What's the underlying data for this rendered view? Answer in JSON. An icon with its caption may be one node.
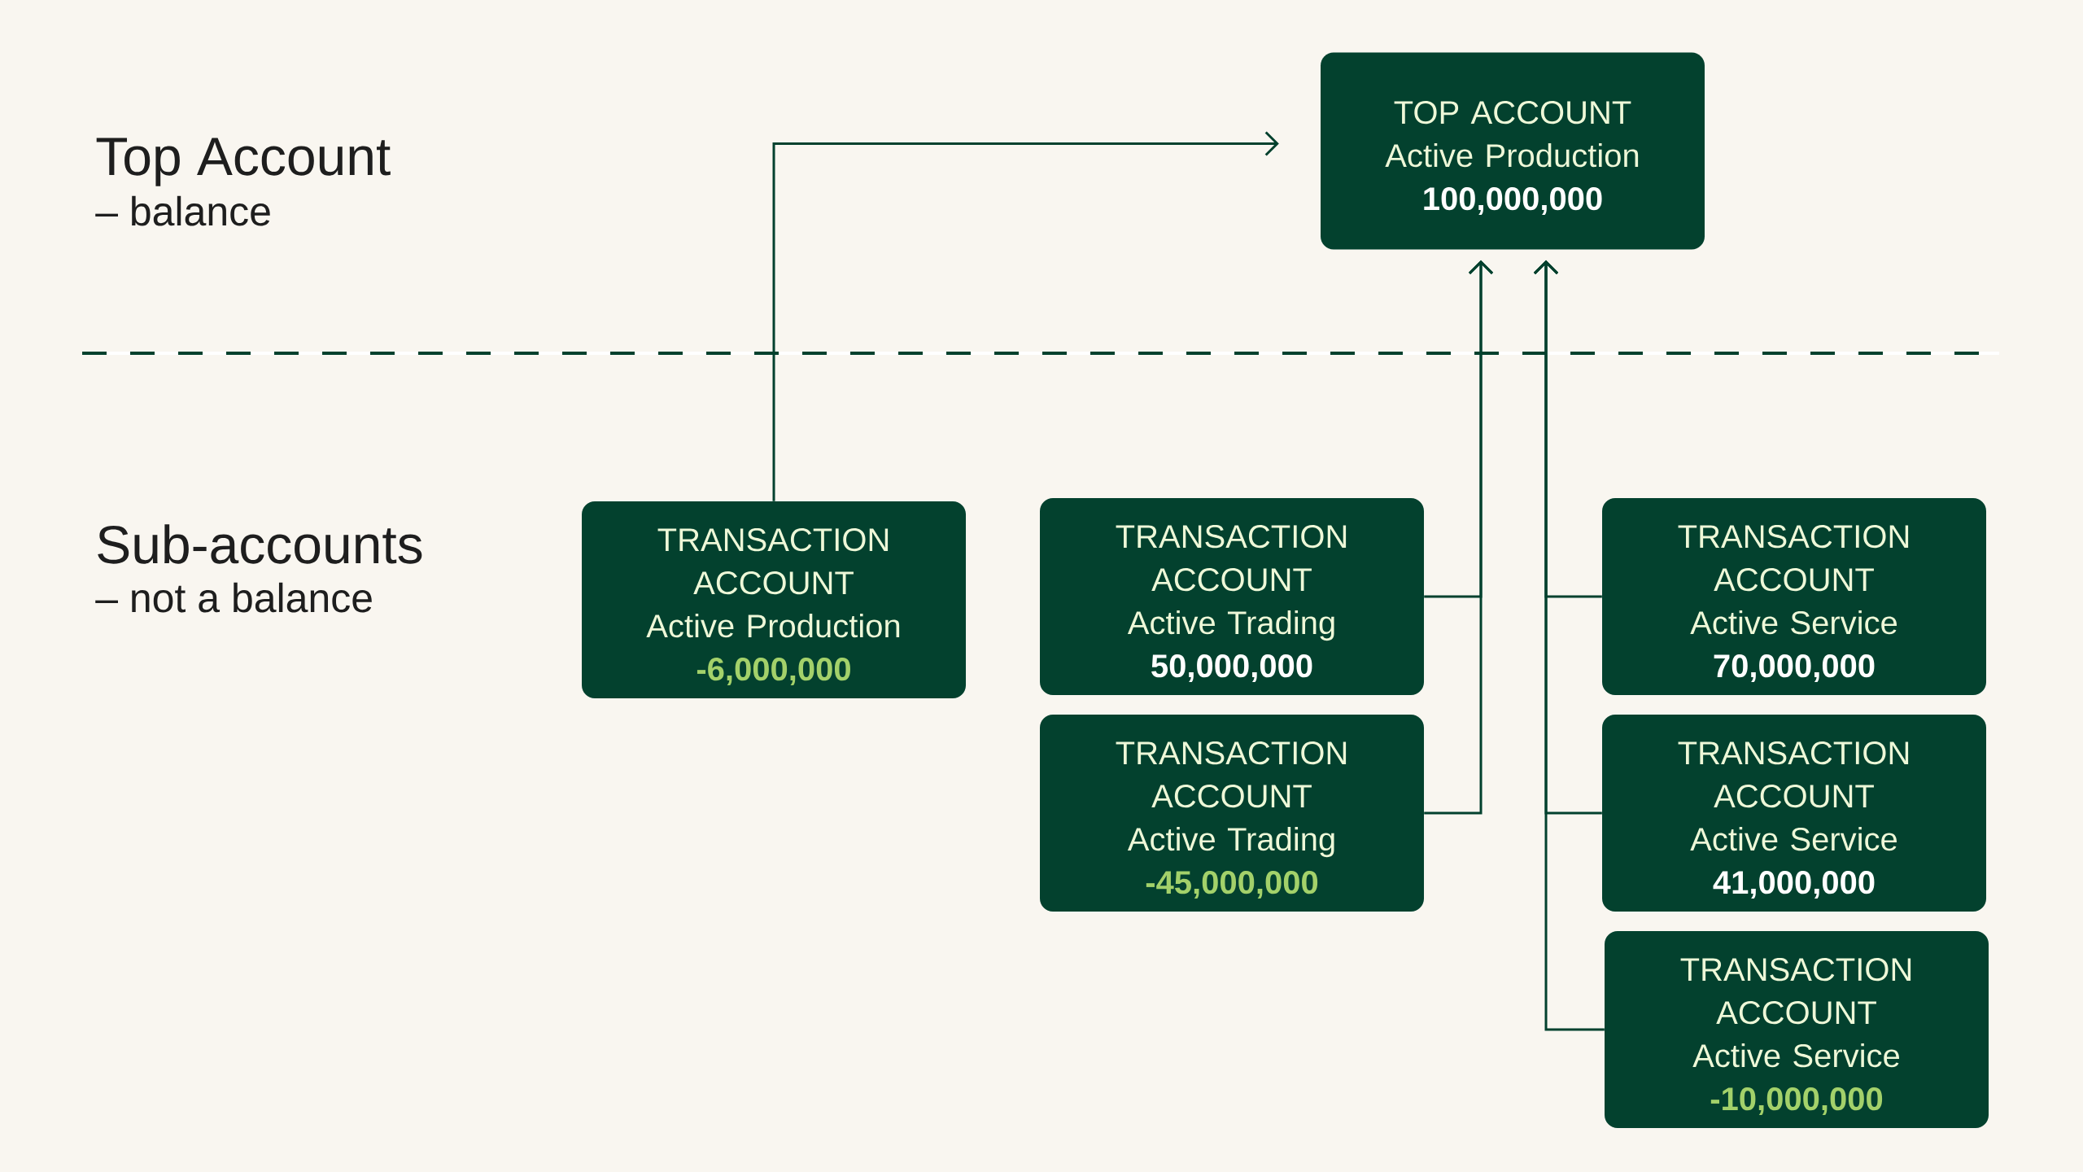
{
  "diagram": {
    "nodes": [
      {
        "text": [
          "TOP ACCOUNT",
          "Active Production",
          "100,000,000"
        ]
      },
      {
        "text": [
          "TRANSACTION ACCOUNT",
          "Active Production",
          "-6,000,000"
        ]
      },
      {
        "text": [
          "TRANSACTION ACCOUNT",
          "Active Trading",
          "50,000,000"
        ]
      },
      {
        "text": [
          "TRANSACTION ACCOUNT",
          "Active Service",
          "70,000,000"
        ]
      },
      {
        "text": [
          "TRANSACTION ACCOUNT",
          "Active Trading",
          "-45,000,000"
        ]
      },
      {
        "text": [
          "TRANSACTION ACCOUNT",
          "Active Service",
          "41,000,000"
        ]
      },
      {
        "text": [
          "TRANSACTION ACCOUNT",
          "Active Service",
          "-10,000,000"
        ]
      }
    ],
    "edges": [
      {
        "from": 1,
        "to": 0,
        "arrow": "to"
      },
      {
        "from": 2,
        "to": 0,
        "arrow": "to"
      },
      {
        "from": 4,
        "to": 0,
        "arrow": "to"
      },
      {
        "from": 3,
        "to": 0,
        "arrow": "to"
      },
      {
        "from": 5,
        "to": 0,
        "arrow": "to"
      },
      {
        "from": 6,
        "to": 0,
        "arrow": "to"
      }
    ],
    "labels": [
      "Top Account",
      "– balance",
      "Sub-accounts",
      "– not a balance"
    ]
  }
}
